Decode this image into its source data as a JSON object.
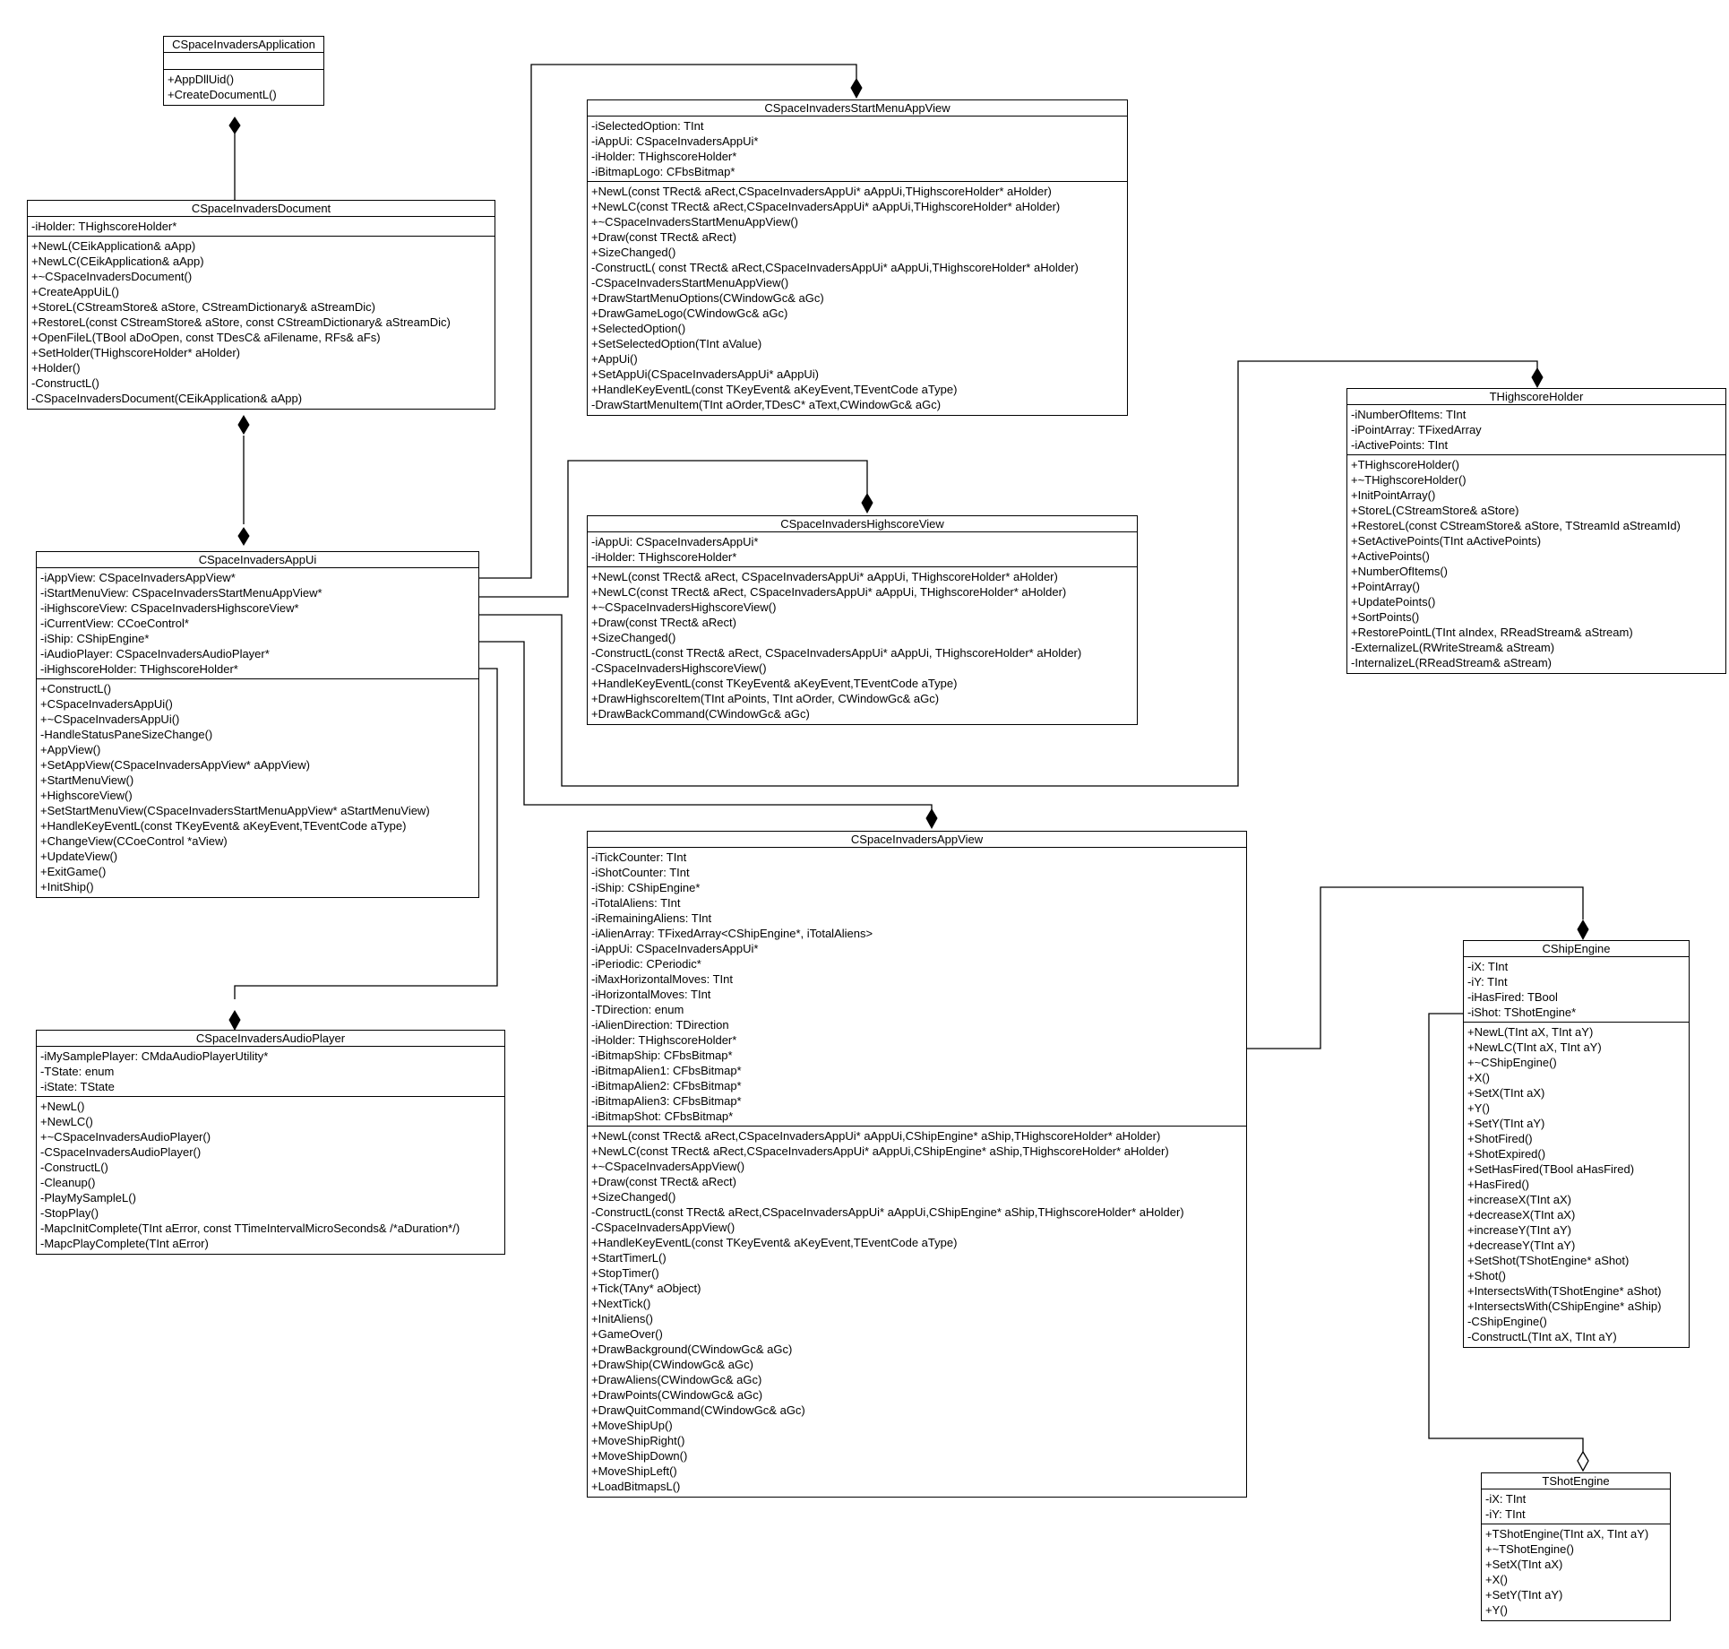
{
  "classes": {
    "app": {
      "name": "CSpaceInvadersApplication",
      "attributes": [],
      "operations": [
        "+AppDllUid()",
        "+CreateDocumentL()"
      ]
    },
    "doc": {
      "name": "CSpaceInvadersDocument",
      "attributes": [
        "-iHolder: THighscoreHolder*"
      ],
      "operations": [
        "+NewL(CEikApplication& aApp)",
        "+NewLC(CEikApplication& aApp)",
        "+~CSpaceInvadersDocument()",
        "+CreateAppUiL()",
        "+StoreL(CStreamStore& aStore, CStreamDictionary& aStreamDic)",
        "+RestoreL(const CStreamStore& aStore, const CStreamDictionary& aStreamDic)",
        "+OpenFileL(TBool aDoOpen, const TDesC& aFilename, RFs& aFs)",
        "+SetHolder(THighscoreHolder* aHolder)",
        "+Holder()",
        "-ConstructL()",
        "-CSpaceInvadersDocument(CEikApplication& aApp)"
      ]
    },
    "appui": {
      "name": "CSpaceInvadersAppUi",
      "attributes": [
        "-iAppView: CSpaceInvadersAppView*",
        "-iStartMenuView: CSpaceInvadersStartMenuAppView*",
        "-iHighscoreView: CSpaceInvadersHighscoreView*",
        "-iCurrentView: CCoeControl*",
        "-iShip: CShipEngine*",
        "-iAudioPlayer: CSpaceInvadersAudioPlayer*",
        "-iHighscoreHolder: THighscoreHolder*"
      ],
      "operations": [
        "+ConstructL()",
        "+CSpaceInvadersAppUi()",
        "+~CSpaceInvadersAppUi()",
        "-HandleStatusPaneSizeChange()",
        "+AppView()",
        "+SetAppView(CSpaceInvadersAppView* aAppView)",
        "+StartMenuView()",
        "+HighscoreView()",
        "+SetStartMenuView(CSpaceInvadersStartMenuAppView* aStartMenuView)",
        "+HandleKeyEventL(const TKeyEvent& aKeyEvent,TEventCode aType)",
        "+ChangeView(CCoeControl *aView)",
        "+UpdateView()",
        "+ExitGame()",
        "+InitShip()"
      ]
    },
    "audio": {
      "name": "CSpaceInvadersAudioPlayer",
      "attributes": [
        "-iMySamplePlayer: CMdaAudioPlayerUtility*",
        "-TState: enum",
        "-iState: TState"
      ],
      "operations": [
        "+NewL()",
        "+NewLC()",
        "+~CSpaceInvadersAudioPlayer()",
        "-CSpaceInvadersAudioPlayer()",
        "-ConstructL()",
        "-Cleanup()",
        "-PlayMySampleL()",
        "-StopPlay()",
        "-MapcInitComplete(TInt aError, const TTimeIntervalMicroSeconds& /*aDuration*/)",
        "-MapcPlayComplete(TInt aError)"
      ]
    },
    "startmenu": {
      "name": "CSpaceInvadersStartMenuAppView",
      "attributes": [
        "-iSelectedOption: TInt",
        "-iAppUi: CSpaceInvadersAppUi*",
        "-iHolder: THighscoreHolder*",
        "-iBitmapLogo: CFbsBitmap*"
      ],
      "operations": [
        "+NewL(const TRect& aRect,CSpaceInvadersAppUi* aAppUi,THighscoreHolder* aHolder)",
        "+NewLC(const TRect& aRect,CSpaceInvadersAppUi* aAppUi,THighscoreHolder* aHolder)",
        "+~CSpaceInvadersStartMenuAppView()",
        "+Draw(const TRect& aRect)",
        "+SizeChanged()",
        "-ConstructL( const TRect& aRect,CSpaceInvadersAppUi* aAppUi,THighscoreHolder* aHolder)",
        "-CSpaceInvadersStartMenuAppView()",
        "+DrawStartMenuOptions(CWindowGc& aGc)",
        "+DrawGameLogo(CWindowGc& aGc)",
        "+SelectedOption()",
        "+SetSelectedOption(TInt aValue)",
        "+AppUi()",
        "+SetAppUi(CSpaceInvadersAppUi* aAppUi)",
        "+HandleKeyEventL(const TKeyEvent& aKeyEvent,TEventCode aType)",
        "-DrawStartMenuItem(TInt aOrder,TDesC* aText,CWindowGc& aGc)"
      ]
    },
    "highscore": {
      "name": "CSpaceInvadersHighscoreView",
      "attributes": [
        "-iAppUi: CSpaceInvadersAppUi*",
        "-iHolder: THighscoreHolder*"
      ],
      "operations": [
        "+NewL(const TRect& aRect, CSpaceInvadersAppUi* aAppUi, THighscoreHolder* aHolder)",
        "+NewLC(const TRect& aRect, CSpaceInvadersAppUi* aAppUi, THighscoreHolder* aHolder)",
        "+~CSpaceInvadersHighscoreView()",
        "+Draw(const TRect& aRect)",
        "+SizeChanged()",
        "-ConstructL(const TRect& aRect, CSpaceInvadersAppUi* aAppUi, THighscoreHolder* aHolder)",
        "-CSpaceInvadersHighscoreView()",
        "+HandleKeyEventL(const TKeyEvent& aKeyEvent,TEventCode aType)",
        "+DrawHighscoreItem(TInt aPoints, TInt aOrder, CWindowGc& aGc)",
        "+DrawBackCommand(CWindowGc& aGc)"
      ]
    },
    "holder": {
      "name": "THighscoreHolder",
      "attributes": [
        "-iNumberOfItems: TInt",
        "-iPointArray: TFixedArray",
        "-iActivePoints: TInt"
      ],
      "operations": [
        "+THighscoreHolder()",
        "+~THighscoreHolder()",
        "+InitPointArray()",
        "+StoreL(CStreamStore& aStore)",
        "+RestoreL(const CStreamStore& aStore, TStreamId aStreamId)",
        "+SetActivePoints(TInt aActivePoints)",
        "+ActivePoints()",
        "+NumberOfItems()",
        "+PointArray()",
        "+UpdatePoints()",
        "+SortPoints()",
        "+RestorePointL(TInt aIndex, RReadStream& aStream)",
        "-ExternalizeL(RWriteStream& aStream)",
        "-InternalizeL(RReadStream& aStream)"
      ]
    },
    "appview": {
      "name": "CSpaceInvadersAppView",
      "attributes": [
        "-iTickCounter: TInt",
        "-iShotCounter: TInt",
        "-iShip: CShipEngine*",
        "-iTotalAliens: TInt",
        "-iRemainingAliens: TInt",
        "-iAlienArray: TFixedArray<CShipEngine*, iTotalAliens>",
        "-iAppUi: CSpaceInvadersAppUi*",
        "-iPeriodic: CPeriodic*",
        "-iMaxHorizontalMoves: TInt",
        "-iHorizontalMoves: TInt",
        "-TDirection: enum",
        "-iAlienDirection: TDirection",
        "-iHolder: THighscoreHolder*",
        "-iBitmapShip: CFbsBitmap*",
        "-iBitmapAlien1: CFbsBitmap*",
        "-iBitmapAlien2: CFbsBitmap*",
        "-iBitmapAlien3: CFbsBitmap*",
        "-iBitmapShot: CFbsBitmap*"
      ],
      "operations": [
        "+NewL(const TRect& aRect,CSpaceInvadersAppUi* aAppUi,CShipEngine* aShip,THighscoreHolder* aHolder)",
        "+NewLC(const TRect& aRect,CSpaceInvadersAppUi* aAppUi,CShipEngine* aShip,THighscoreHolder* aHolder)",
        "+~CSpaceInvadersAppView()",
        "+Draw(const TRect& aRect)",
        "+SizeChanged()",
        "-ConstructL(const TRect& aRect,CSpaceInvadersAppUi* aAppUi,CShipEngine* aShip,THighscoreHolder* aHolder)",
        "-CSpaceInvadersAppView()",
        "+HandleKeyEventL(const TKeyEvent& aKeyEvent,TEventCode aType)",
        "+StartTimerL()",
        "+StopTimer()",
        "+Tick(TAny* aObject)",
        "+NextTick()",
        "+InitAliens()",
        "+GameOver()",
        "+DrawBackground(CWindowGc& aGc)",
        "+DrawShip(CWindowGc& aGc)",
        "+DrawAliens(CWindowGc& aGc)",
        "+DrawPoints(CWindowGc& aGc)",
        "+DrawQuitCommand(CWindowGc& aGc)",
        "+MoveShipUp()",
        "+MoveShipRight()",
        "+MoveShipDown()",
        "+MoveShipLeft()",
        "+LoadBitmapsL()"
      ]
    },
    "ship": {
      "name": "CShipEngine",
      "attributes": [
        "-iX: TInt",
        "-iY: TInt",
        "-iHasFired: TBool",
        "-iShot: TShotEngine*"
      ],
      "operations": [
        "+NewL(TInt aX, TInt aY)",
        "+NewLC(TInt aX, TInt aY)",
        "+~CShipEngine()",
        "+X()",
        "+SetX(TInt aX)",
        "+Y()",
        "+SetY(TInt aY)",
        "+ShotFired()",
        "+ShotExpired()",
        "+SetHasFired(TBool aHasFired)",
        "+HasFired()",
        "+increaseX(TInt aX)",
        "+decreaseX(TInt aX)",
        "+increaseY(TInt aY)",
        "+decreaseY(TInt aY)",
        "+SetShot(TShotEngine* aShot)",
        "+Shot()",
        "+IntersectsWith(TShotEngine* aShot)",
        "+IntersectsWith(CShipEngine* aShip)",
        "-CShipEngine()",
        "-ConstructL(TInt aX, TInt aY)"
      ]
    },
    "shot": {
      "name": "TShotEngine",
      "attributes": [
        "-iX: TInt",
        "-iY: TInt"
      ],
      "operations": [
        "+TShotEngine(TInt aX, TInt aY)",
        "+~TShotEngine()",
        "+SetX(TInt aX)",
        "+X()",
        "+SetY(TInt aY)",
        "+Y()"
      ]
    }
  }
}
